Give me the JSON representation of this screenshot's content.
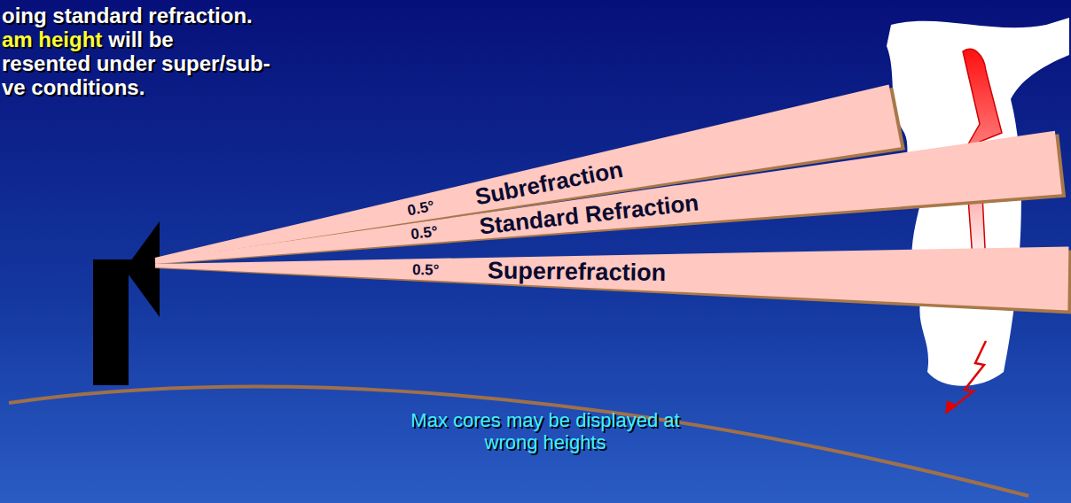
{
  "diagram": {
    "nodes": [
      {
        "text": [
          "0.5°",
          "Subrefraction"
        ]
      },
      {
        "text": [
          "0.5°",
          "Standard Refraction"
        ]
      },
      {
        "text": [
          "0.5°",
          "Superrefraction"
        ]
      }
    ],
    "labels": [
      "oing standard refraction.",
      "am height",
      "will be",
      "resented under super/sub-",
      "ve conditions.",
      "Max cores may be displayed at wrong heights"
    ]
  }
}
